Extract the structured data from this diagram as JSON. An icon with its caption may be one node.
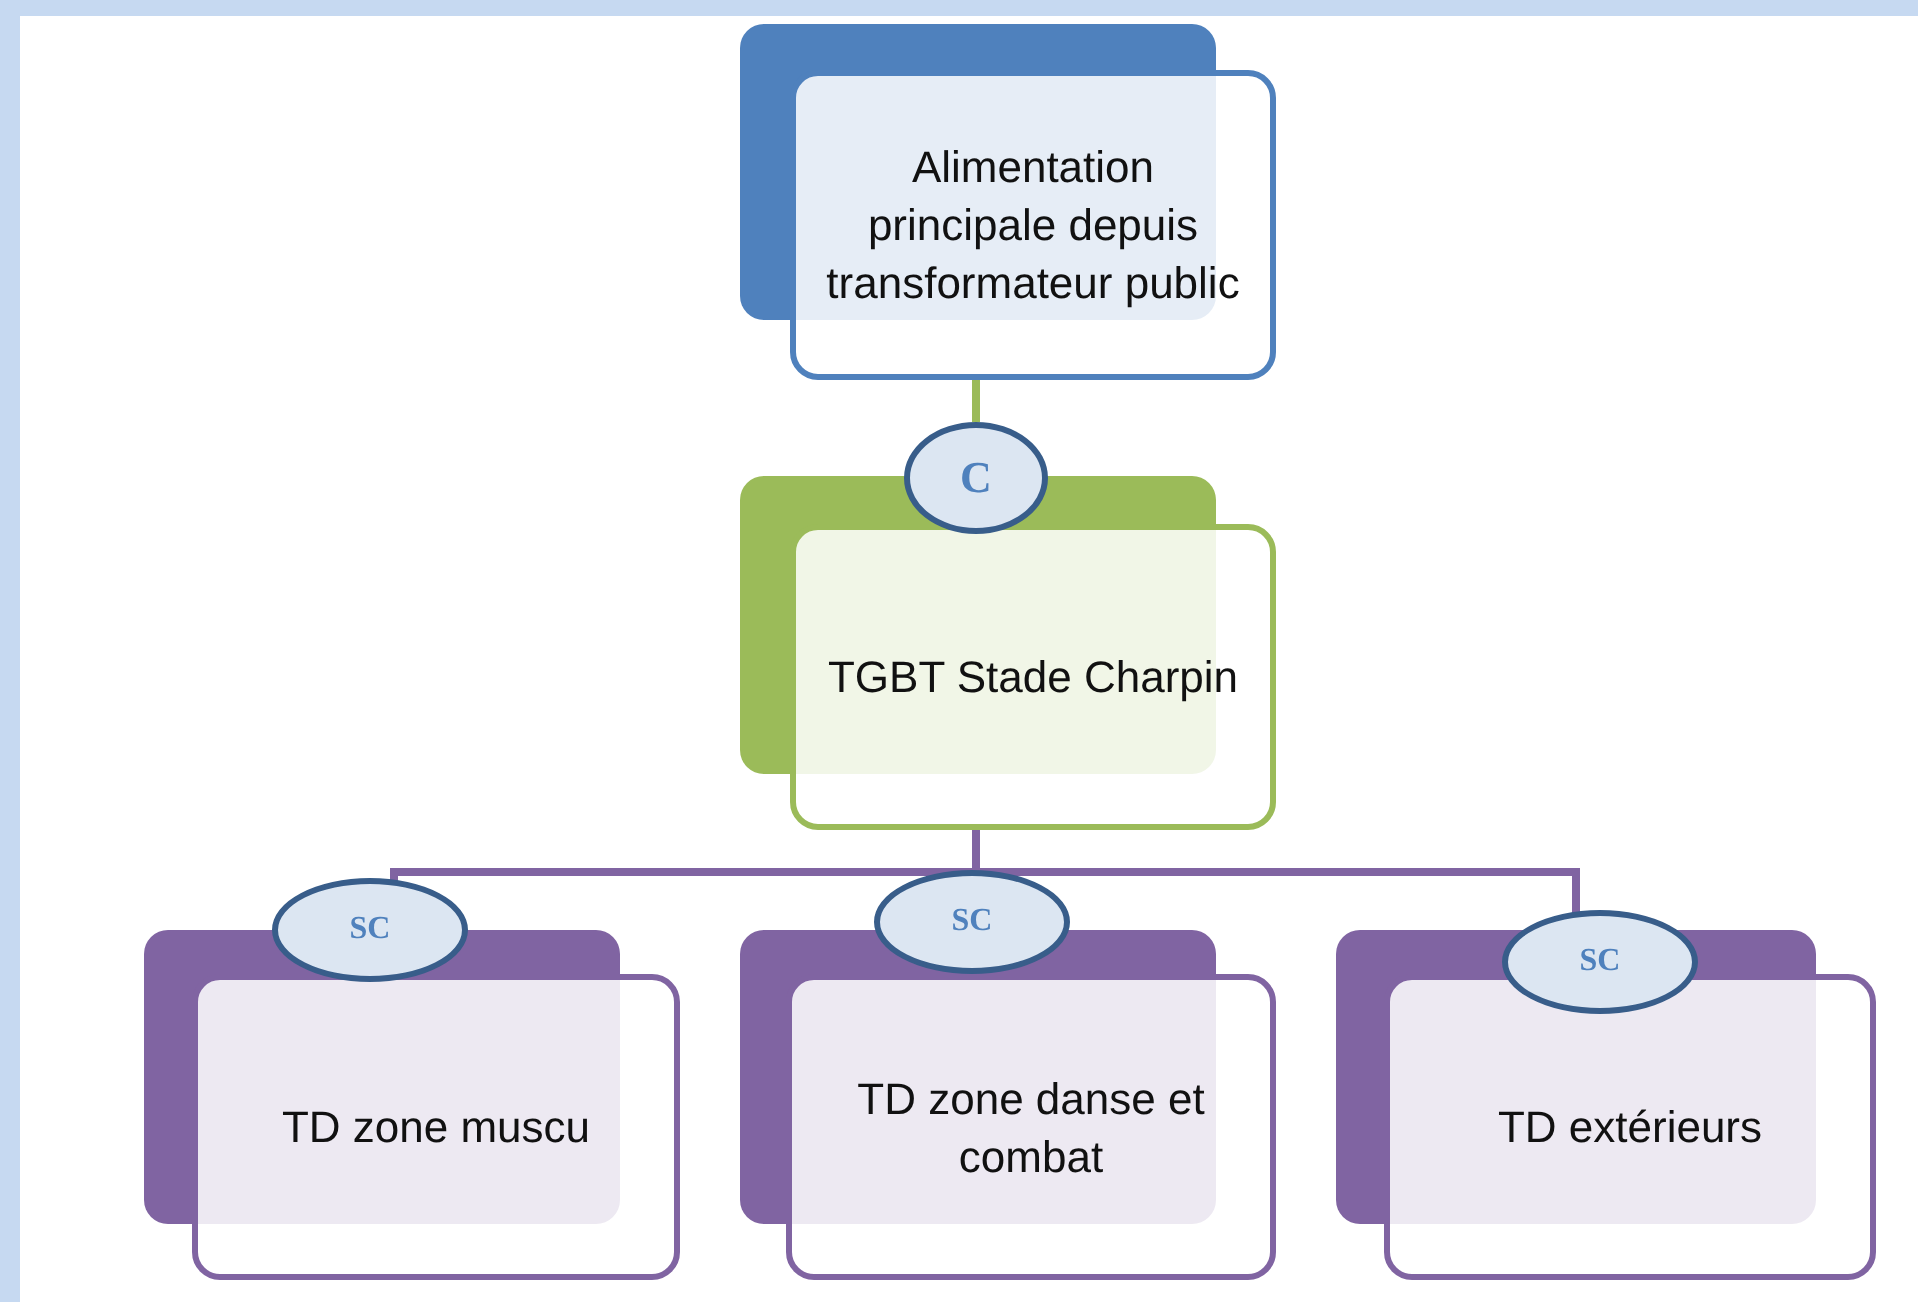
{
  "diagram": {
    "nodes": [
      {
        "text": [
          "Alimentation principale depuis transformateur public"
        ]
      },
      {
        "text": [
          "C"
        ]
      },
      {
        "text": [
          "TGBT Stade Charpin"
        ]
      },
      {
        "text": [
          "SC"
        ]
      },
      {
        "text": [
          "SC"
        ]
      },
      {
        "text": [
          "SC"
        ]
      },
      {
        "text": [
          "TD zone muscu"
        ]
      },
      {
        "text": [
          "TD zone danse et combat"
        ]
      },
      {
        "text": [
          "TD extérieurs"
        ]
      }
    ],
    "edges": [
      {
        "from": 0,
        "to": 1,
        "arrow": "none",
        "color": "#9bbb59"
      },
      {
        "from": 2,
        "to": 3,
        "arrow": "none"
      },
      {
        "from": 2,
        "to": 4,
        "arrow": "none"
      },
      {
        "from": 2,
        "to": 5,
        "arrow": "none"
      }
    ]
  }
}
